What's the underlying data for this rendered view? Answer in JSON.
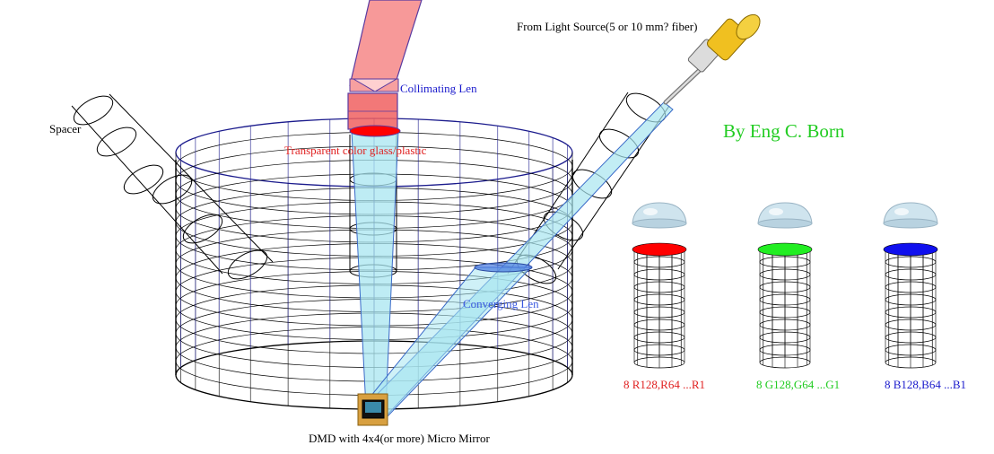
{
  "labels": {
    "light_source": "From Light Source(5 or 10 mm? fiber)",
    "collimating": "Collimating Len",
    "spacer": "Spacer",
    "transparent": "Transparent color glass/plastic",
    "converging": "Converging Len",
    "author": "By Eng C. Born",
    "dmd": "DMD with 4x4(or more) Micro Mirror",
    "red_channel": "8 R128,R64 ...R1",
    "green_channel": "8 G128,G64 ...G1",
    "blue_channel": "8 B128,B64 ...B1"
  },
  "colors": {
    "wire": "#000000",
    "grid_blue": "#1a1a8c",
    "beam_red": "#f58080",
    "beam_cyan": "#a8e6f0",
    "lens_red": "#ff0000",
    "lens_green": "#22ee22",
    "lens_blue": "#1010ee",
    "text_blue": "#1a1acc",
    "text_red": "#e02020",
    "text_green": "#22cc22",
    "fiber_yellow": "#f0c020"
  },
  "icons": {
    "fiber": "fiber-connector-icon",
    "dome": "dome-lens-icon"
  }
}
